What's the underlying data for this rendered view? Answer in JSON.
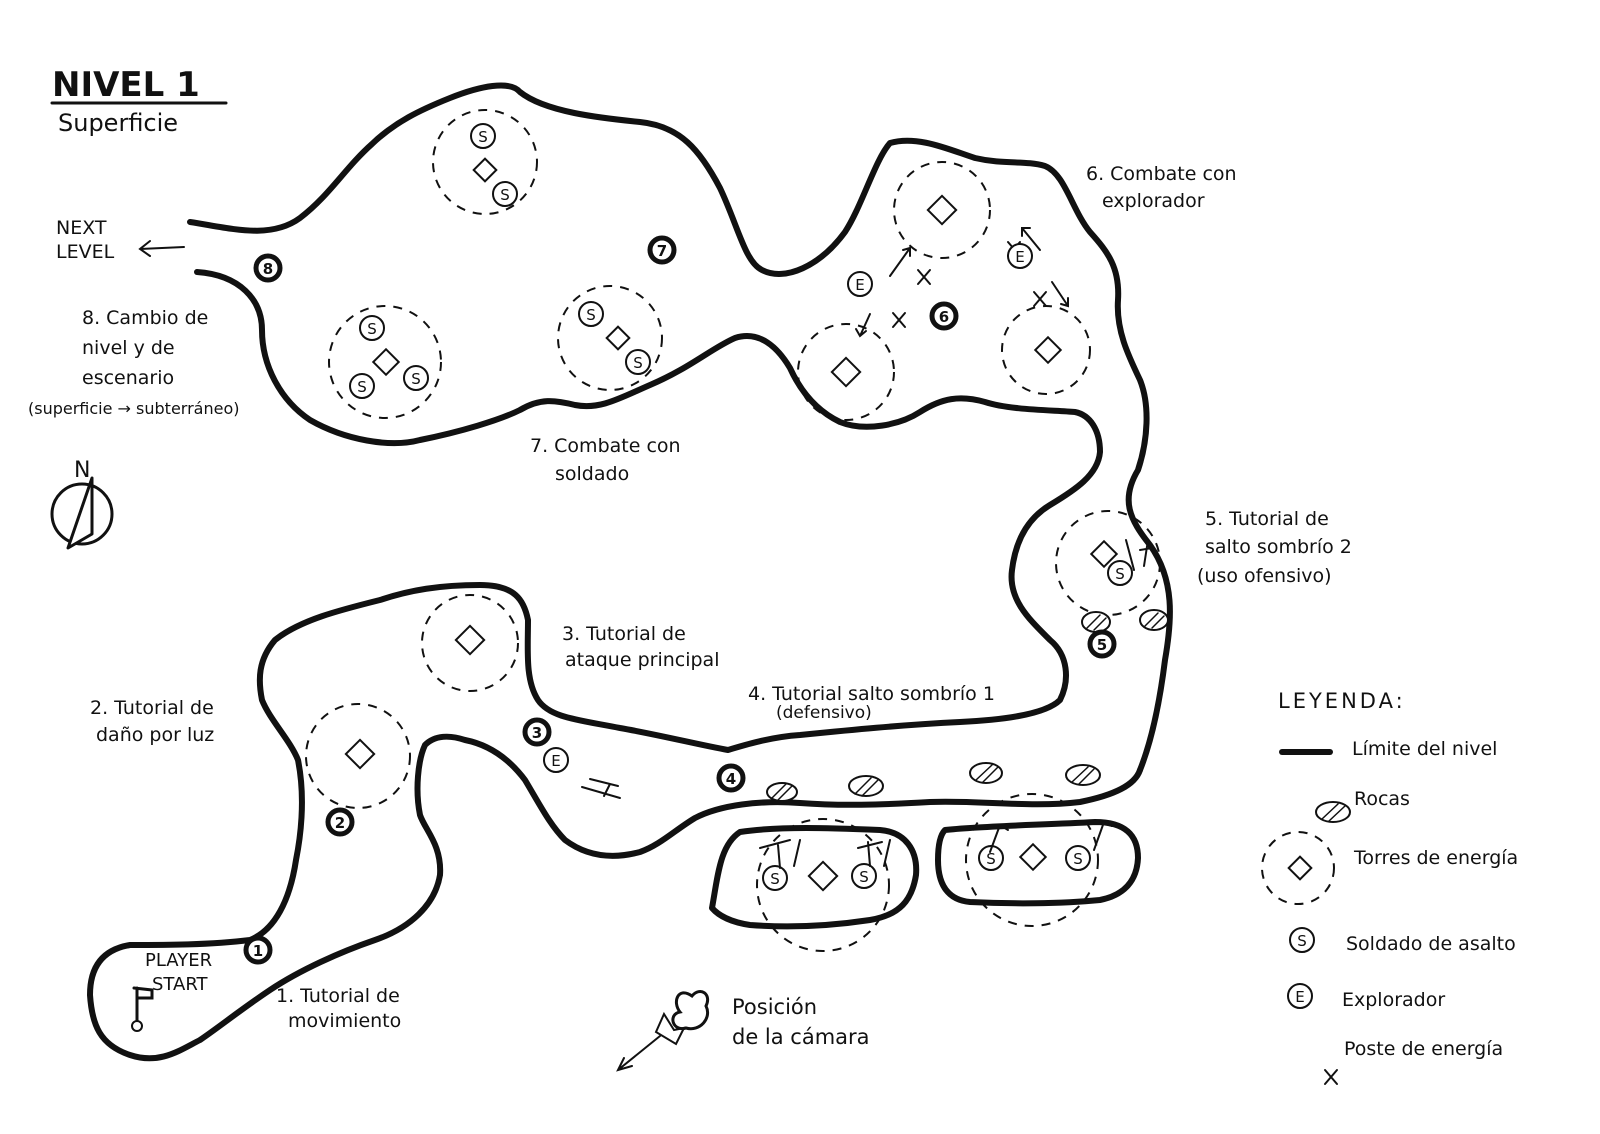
{
  "title": "NIVEL 1",
  "subtitle": "Superficie",
  "next_level": [
    "NEXT",
    "LEVEL"
  ],
  "compass": "N",
  "player_start": [
    "PLAYER",
    "START"
  ],
  "markers": [
    "1",
    "2",
    "3",
    "4",
    "5",
    "6",
    "7",
    "8"
  ],
  "unit_letters": {
    "soldier": "S",
    "explorer": "E"
  },
  "annotations": {
    "a1": [
      "1. Tutorial de",
      "movimiento"
    ],
    "a2": [
      "2. Tutorial de",
      "daño por luz"
    ],
    "a3": [
      "3. Tutorial de",
      "ataque principal"
    ],
    "a4": [
      "4. Tutorial salto sombrío 1",
      "(defensivo)"
    ],
    "a5": [
      "5. Tutorial de",
      "salto sombrío 2",
      "(uso ofensivo)"
    ],
    "a6": [
      "6. Combate con",
      "explorador"
    ],
    "a7": [
      "7. Combate con",
      "soldado"
    ],
    "a8": [
      "8. Cambio de",
      "nivel y de",
      "escenario",
      "(superficie → subterráneo)"
    ]
  },
  "camera": [
    "Posición",
    "de la cámara"
  ],
  "legend": {
    "title": "LEYENDA:",
    "items": [
      "Límite del nivel",
      "Rocas",
      "Torres de energía",
      "Soldado de asalto",
      "Explorador",
      "Poste de energía"
    ]
  }
}
